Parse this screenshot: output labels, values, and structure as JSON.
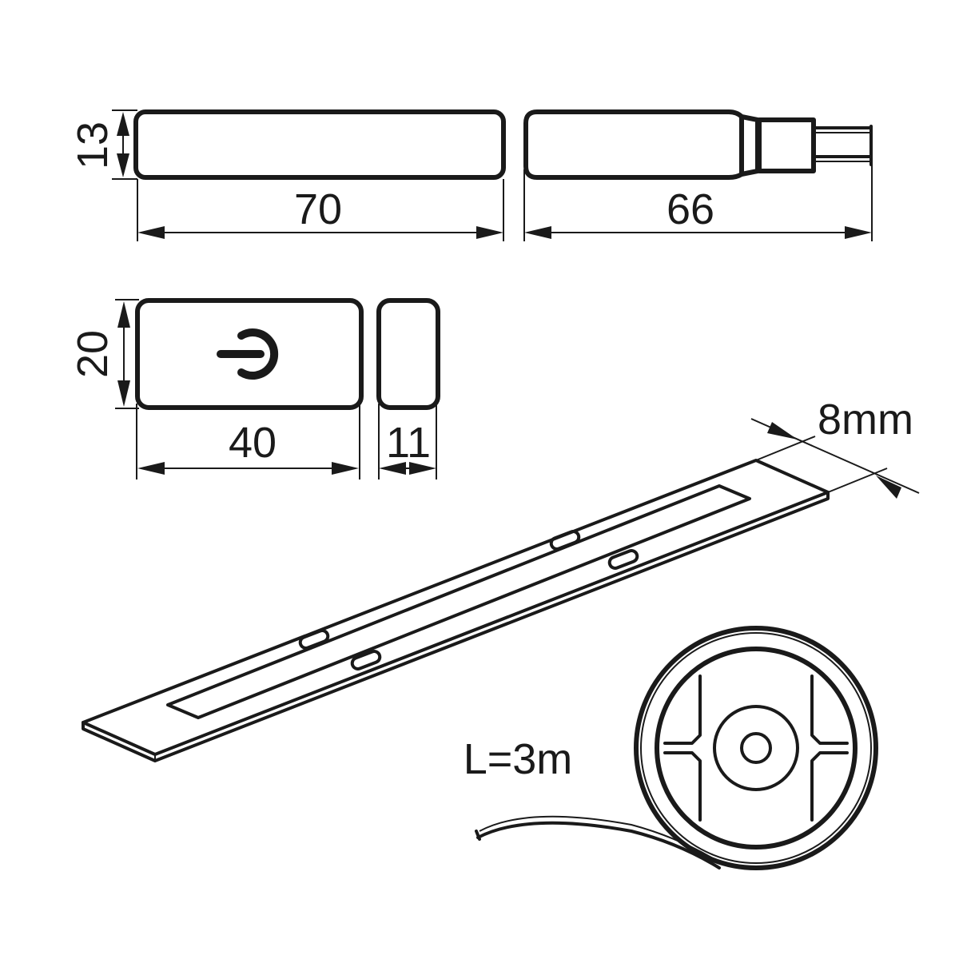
{
  "figure": {
    "type": "technical-dimension-drawing",
    "subject": "LED strip with touch dimmer switch, connector and cable reel",
    "background": "#ffffff",
    "line_color": "#1a1a1a"
  },
  "views": {
    "connector_left": {
      "height_label": "13",
      "width_label": "70"
    },
    "connector_right": {
      "width_label": "66"
    },
    "switch_front": {
      "height_label": "20",
      "width_label": "40",
      "icon": "power-touch-icon"
    },
    "switch_side": {
      "width_label": "11"
    },
    "led_strip": {
      "width_label": "8mm"
    },
    "reel": {
      "length_label": "L=3m",
      "icon": "cable-reel-icon"
    }
  }
}
